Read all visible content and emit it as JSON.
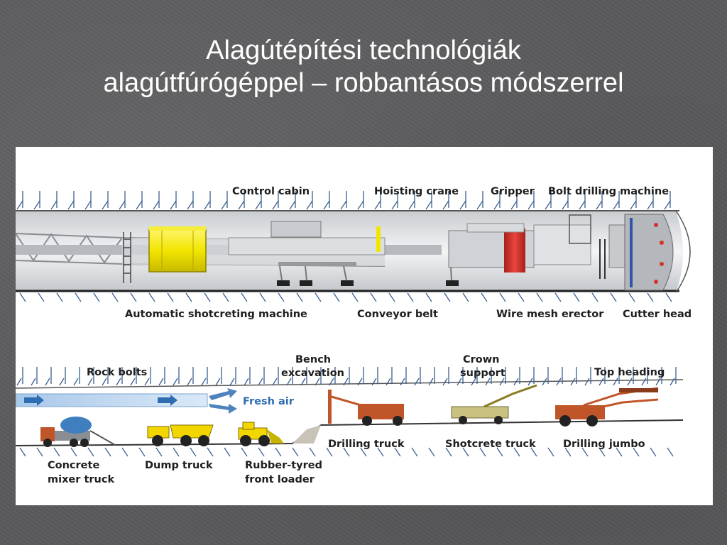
{
  "slide": {
    "title_line1": "Alagútépítési technológiák",
    "title_line2": "alagútfúrógéppel – robbantásos módszerrel"
  },
  "tbm_section": {
    "top_labels": [
      "Control cabin",
      "Hoisting crane",
      "Gripper",
      "Bolt drilling machine"
    ],
    "bottom_labels": [
      "Automatic shotcreting machine",
      "Conveyor belt",
      "Wire mesh erector",
      "Cutter head"
    ]
  },
  "blasting_section": {
    "rock_bolts": "Rock bolts",
    "bench_excavation": [
      "Bench",
      "excavation"
    ],
    "crown_support": [
      "Crown",
      "support"
    ],
    "top_heading": "Top heading",
    "fresh_air": "Fresh air",
    "drilling_truck": "Drilling truck",
    "shotcrete_truck": "Shotcrete truck",
    "drilling_jumbo": "Drilling jumbo",
    "concrete_mixer": [
      "Concrete",
      "mixer truck"
    ],
    "dump_truck": "Dump truck",
    "front_loader": [
      "Rubber-tyred",
      "front loader"
    ]
  },
  "colors": {
    "background": "#5b5b5d",
    "tunnel_blue": "#2f6db3",
    "machine_yellow": "#f2e600",
    "gripper_red": "#d9302a",
    "vehicle_orange": "#c0552a"
  }
}
